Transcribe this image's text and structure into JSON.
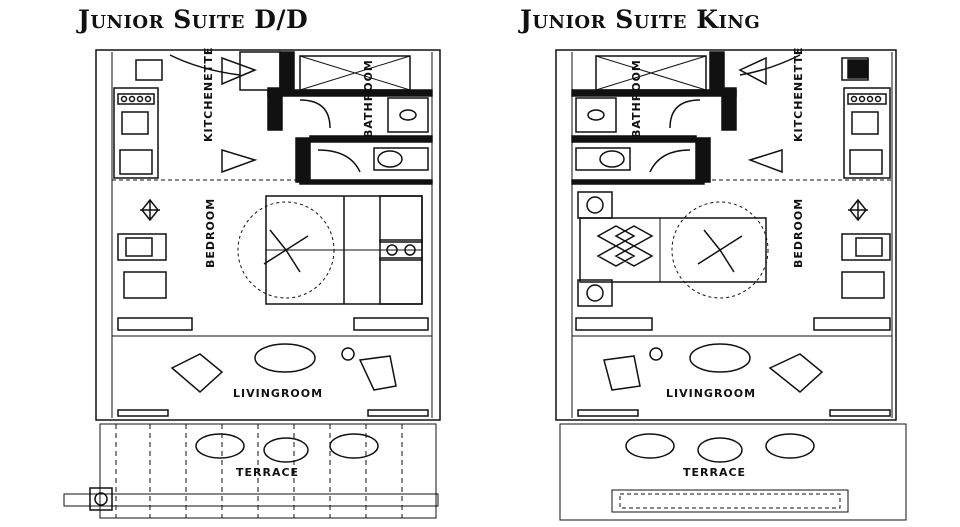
{
  "plans": [
    {
      "title": "Junior Suite D/D",
      "labels": {
        "kitchenette": "KITCHENETTE",
        "bathroom": "BATHROOM",
        "bedroom": "BEDROOM",
        "livingroom": "LIVINGROOM",
        "terrace": "TERRACE"
      }
    },
    {
      "title": "Junior Suite King",
      "labels": {
        "kitchenette": "KITCHENETTE",
        "bathroom": "BATHROOM",
        "bedroom": "BEDROOM",
        "livingroom": "LIVINGROOM",
        "terrace": "TERRACE"
      }
    }
  ]
}
